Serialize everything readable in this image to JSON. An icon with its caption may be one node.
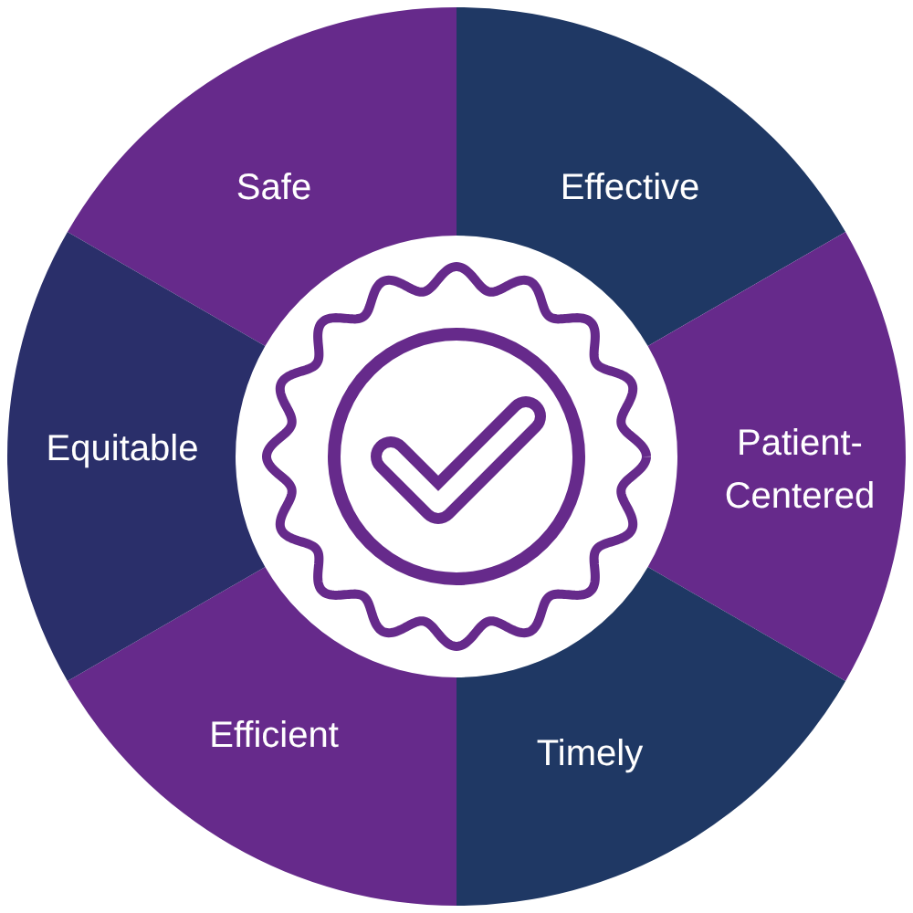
{
  "diagram": {
    "nodes": [
      {
        "text": [
          "Safe"
        ]
      },
      {
        "text": [
          "Effective"
        ]
      },
      {
        "text": [
          "Patient-Centered"
        ]
      },
      {
        "text": [
          "Timely"
        ]
      },
      {
        "text": [
          "Efficient"
        ]
      },
      {
        "text": [
          "Equitable"
        ]
      }
    ]
  }
}
